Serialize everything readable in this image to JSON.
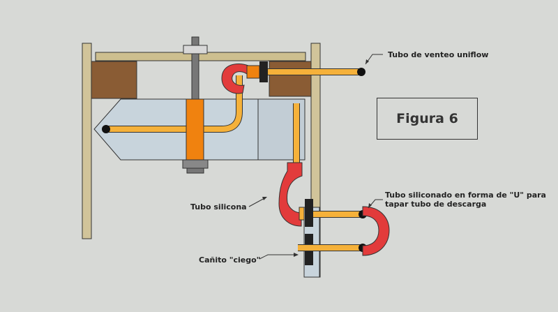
{
  "diagram": {
    "figure_label": "Figura 6",
    "labels": {
      "vent_tube": "Tubo de venteo uniflow",
      "silicone_tube": "Tubo silicona",
      "u_tube_line1": "Tubo siliconado en forma de \"U\" para",
      "u_tube_line2": "tapar tubo de descarga",
      "blind_tube": "Cañito \"ciego\""
    },
    "colors": {
      "background": "#d7d9d6",
      "wood": "#8a5c34",
      "tank": "#c8d4dc",
      "brass_tube": "#f5b13a",
      "silicone": "#e23b3b",
      "plug": "#f0820f",
      "plywood": "#cdbf8f"
    }
  }
}
